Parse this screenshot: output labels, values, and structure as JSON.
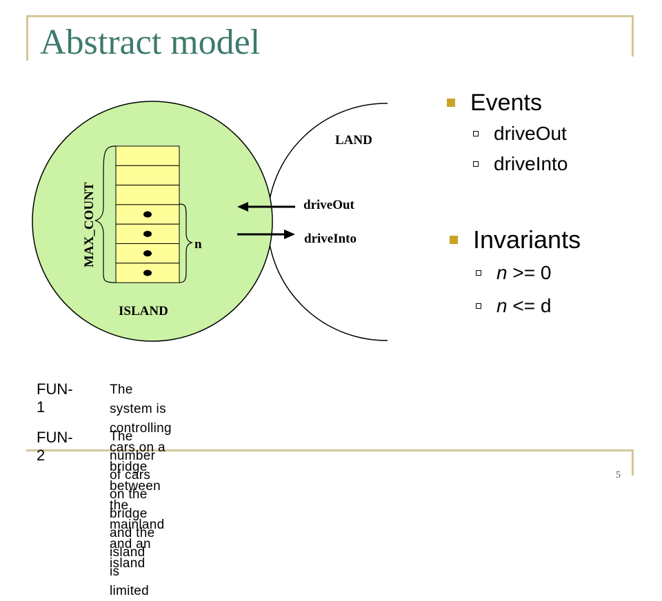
{
  "slide": {
    "title": "Abstract model",
    "page_number": "5"
  },
  "diagram": {
    "land_label": "LAND",
    "island_label": "ISLAND",
    "max_count_label": "MAX_COUNT",
    "n_label": "n",
    "drive_out_label": "driveOut",
    "drive_into_label": "driveInto",
    "island_fill": "#ccf2a6",
    "slot_fill": "#ffff99",
    "slot_count": 7,
    "occupied_slots": 4
  },
  "events": {
    "heading": "Events",
    "items": [
      "driveOut",
      "driveInto"
    ]
  },
  "invariants": {
    "heading": "Invariants",
    "items": [
      {
        "var": "n",
        "rest": " >= 0"
      },
      {
        "var": "n",
        "rest": " <= d"
      }
    ]
  },
  "requirements": [
    {
      "id": "FUN-1",
      "line1": "The system is controlling cars on a bridge between",
      "line2": "the mainland and an island"
    },
    {
      "id": "FUN-2",
      "line1": "The number of cars on the bridge and the island is limited",
      "line2": ""
    }
  ],
  "colors": {
    "accent": "#c9a227",
    "title": "#3d7a6c",
    "frame": "#d4c69a"
  }
}
